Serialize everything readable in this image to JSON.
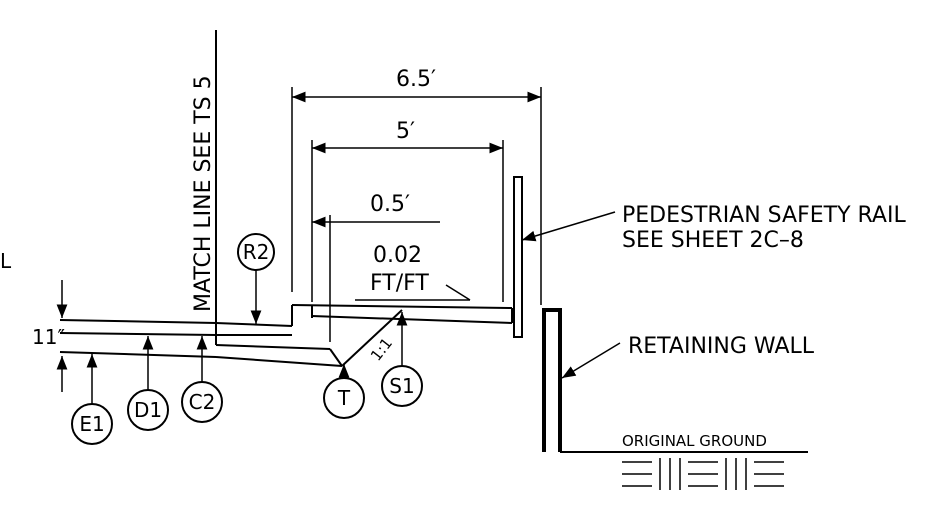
{
  "labels": {
    "match_line": "MATCH  LINE SEE TS 5",
    "dim_6_5": "6.5′",
    "dim_5": "5′",
    "dim_0_5": "0.5′",
    "slope_value": "0.02",
    "slope_units": "FT/FT",
    "slope_1_1": "1:1",
    "pedestrian_rail_line1": "PEDESTRIAN  SAFETY RAIL",
    "pedestrian_rail_line2": "SEE SHEET 2C–8",
    "retaining_wall": "RETAINING  WALL",
    "original_ground": "ORIGINAL GROUND",
    "left_edge_partial": "L",
    "dim_inch": "11″"
  },
  "bubbles": {
    "r2": "R2",
    "t": "T",
    "s1": "S1",
    "e1": "E1",
    "d1": "D1",
    "c2": "C2"
  }
}
